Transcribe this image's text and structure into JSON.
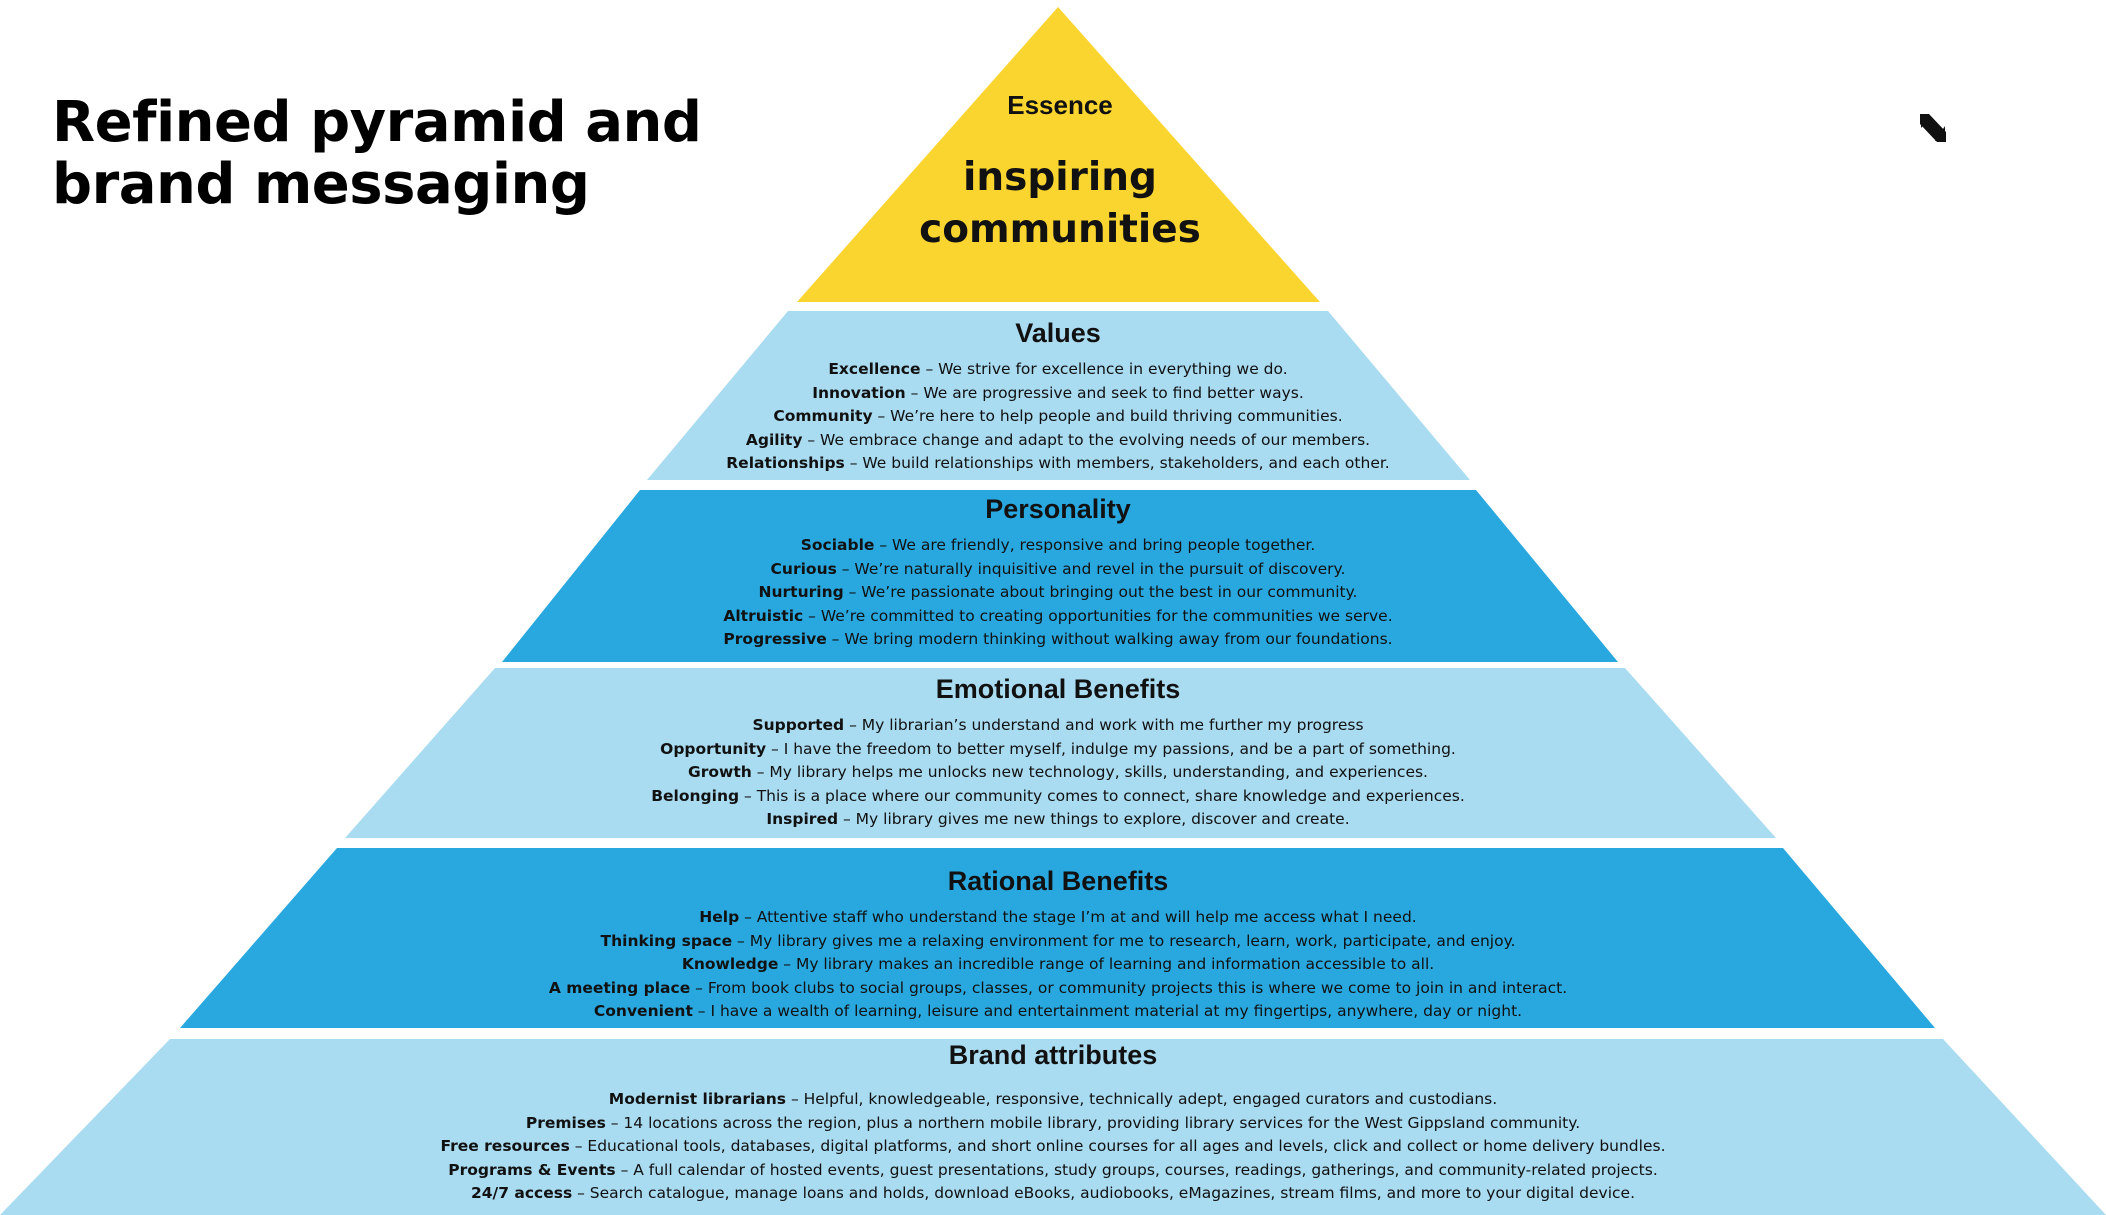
{
  "title_line1": "Refined pyramid and",
  "title_line2": "brand messaging",
  "colors": {
    "essence": "#FAD52F",
    "light_blue": "#A9DBF1",
    "mid_blue": "#29A8E0"
  },
  "logo_icon": "stylized-n-logo-icon",
  "essence": {
    "label": "Essence",
    "value": "inspiring communities"
  },
  "tiers": [
    {
      "heading": "Values",
      "color": "light_blue",
      "items": [
        {
          "term": "Excellence",
          "text": " – We strive for excellence in everything we do."
        },
        {
          "term": "Innovation",
          "text": " – We are progressive and seek to find better ways."
        },
        {
          "term": "Community",
          "text": " – We’re here to help people and build thriving communities."
        },
        {
          "term": "Agility",
          "text": " – We embrace change and adapt to the evolving needs of our members."
        },
        {
          "term": "Relationships",
          "text": " – We build relationships with members, stakeholders, and each other."
        }
      ]
    },
    {
      "heading": "Personality",
      "color": "mid_blue",
      "items": [
        {
          "term": "Sociable",
          "text": " – We are friendly, responsive and bring people together."
        },
        {
          "term": "Curious",
          "text": " – We’re naturally inquisitive and revel in the pursuit of discovery."
        },
        {
          "term": "Nurturing",
          "text": " – We’re passionate about bringing out the best in our community."
        },
        {
          "term": "Altruistic",
          "text": " – We’re committed to creating opportunities for the communities we serve."
        },
        {
          "term": "Progressive",
          "text": " – We bring modern thinking without walking away from our foundations."
        }
      ]
    },
    {
      "heading": "Emotional Benefits",
      "color": "light_blue",
      "items": [
        {
          "term": "Supported",
          "text": " – My librarian’s understand and work with me further my progress"
        },
        {
          "term": "Opportunity",
          "text": " – I have the freedom to better myself, indulge my passions, and be a part of something."
        },
        {
          "term": "Growth",
          "text": " – My library helps me unlocks new technology, skills, understanding, and experiences."
        },
        {
          "term": "Belonging",
          "text": " – This is a place where our community comes to connect, share knowledge and experiences."
        },
        {
          "term": "Inspired",
          "text": " – My library gives me new things to explore, discover and create."
        }
      ]
    },
    {
      "heading": "Rational Benefits",
      "color": "mid_blue",
      "items": [
        {
          "term": "Help",
          "text": " – Attentive staff who understand the stage I’m at and will help me access what I need."
        },
        {
          "term": "Thinking space",
          "text": " – My library gives me a relaxing environment for me to research, learn, work, participate, and enjoy."
        },
        {
          "term": "Knowledge",
          "text": " – My library makes an incredible range of learning and information accessible to all."
        },
        {
          "term": "A meeting place",
          "text": " – From book clubs to social groups, classes, or community projects this is where we come to join in and interact."
        },
        {
          "term": "Convenient",
          "text": " – I have a wealth of learning, leisure and entertainment material at my fingertips, anywhere, day or night."
        }
      ]
    },
    {
      "heading": "Brand attributes",
      "color": "light_blue",
      "items": [
        {
          "term": "Modernist librarians",
          "text": " – Helpful, knowledgeable, responsive, technically adept, engaged curators and custodians."
        },
        {
          "term": "Premises",
          "text": " – 14 locations across the region, plus a northern mobile library, providing library services for the West Gippsland community."
        },
        {
          "term": "Free resources",
          "text": " – Educational tools, databases, digital platforms, and short online courses for all ages and levels, click and collect or home delivery bundles."
        },
        {
          "term": "Programs & Events",
          "text": " – A full calendar of hosted events, guest presentations, study groups, courses, readings, gatherings, and community-related projects."
        },
        {
          "term": "24/7 access",
          "text": " – Search catalogue, manage loans and holds, download eBooks, audiobooks, eMagazines, stream films, and more to your digital device."
        }
      ]
    }
  ]
}
